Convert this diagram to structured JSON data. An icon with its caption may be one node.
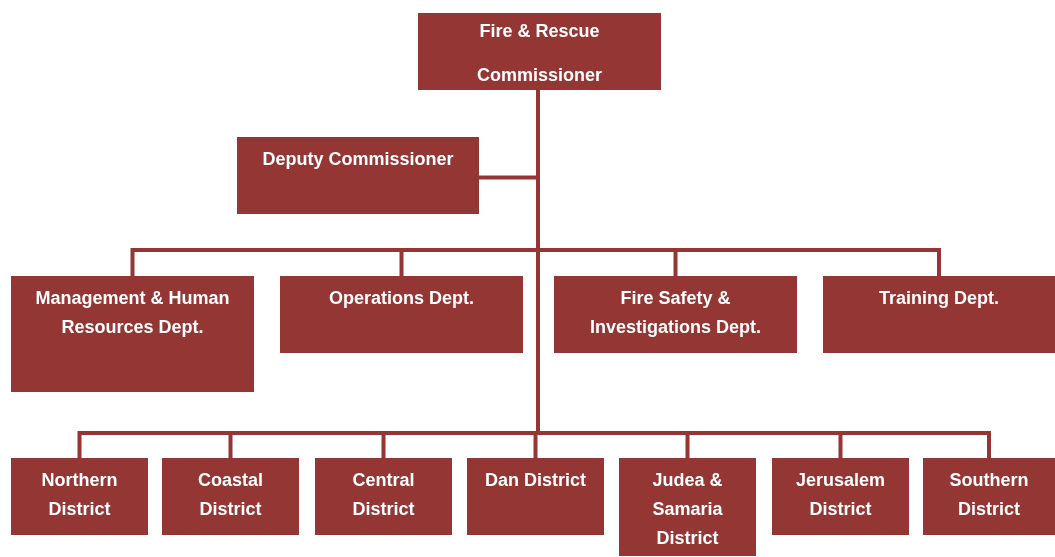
{
  "diagram": {
    "nodes": [
      {
        "text": [
          "Fire & Rescue Commissioner"
        ]
      },
      {
        "text": [
          "Deputy Commissioner"
        ]
      },
      {
        "text": [
          "Management & Human Resources Dept."
        ]
      },
      {
        "text": [
          "Operations Dept."
        ]
      },
      {
        "text": [
          "Fire Safety & Investigations Dept."
        ]
      },
      {
        "text": [
          "Training Dept."
        ]
      },
      {
        "text": [
          "Northern District"
        ]
      },
      {
        "text": [
          "Coastal District"
        ]
      },
      {
        "text": [
          "Central District"
        ]
      },
      {
        "text": [
          "Dan District"
        ]
      },
      {
        "text": [
          "Judea & Samaria District"
        ]
      },
      {
        "text": [
          "Jerusalem District"
        ]
      },
      {
        "text": [
          "Southern District"
        ]
      }
    ],
    "edges": [
      {
        "from": 0,
        "to": 1,
        "arrow": "none"
      },
      {
        "from": 0,
        "to": 2,
        "arrow": "none"
      },
      {
        "from": 0,
        "to": 3,
        "arrow": "none"
      },
      {
        "from": 0,
        "to": 4,
        "arrow": "none"
      },
      {
        "from": 0,
        "to": 5,
        "arrow": "none"
      },
      {
        "from": 0,
        "to": 6,
        "arrow": "none"
      },
      {
        "from": 0,
        "to": 7,
        "arrow": "none"
      },
      {
        "from": 0,
        "to": 8,
        "arrow": "none"
      },
      {
        "from": 0,
        "to": 9,
        "arrow": "none"
      },
      {
        "from": 0,
        "to": 10,
        "arrow": "none"
      },
      {
        "from": 0,
        "to": 11,
        "arrow": "none"
      },
      {
        "from": 0,
        "to": 12,
        "arrow": "none"
      }
    ]
  }
}
